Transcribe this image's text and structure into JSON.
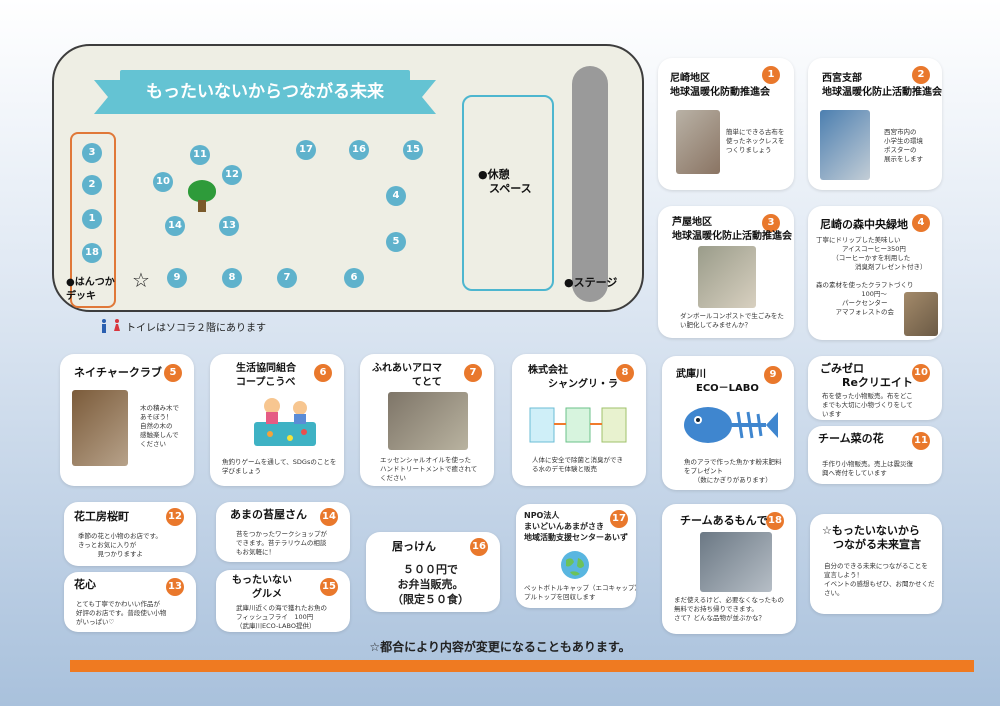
{
  "map": {
    "title": "もったいないからつながる未来",
    "booths": [
      {
        "n": "3"
      },
      {
        "n": "2"
      },
      {
        "n": "1"
      },
      {
        "n": "18"
      },
      {
        "n": "10"
      },
      {
        "n": "11"
      },
      {
        "n": "12"
      },
      {
        "n": "14"
      },
      {
        "n": "13"
      },
      {
        "n": "17"
      },
      {
        "n": "16"
      },
      {
        "n": "15"
      },
      {
        "n": "4"
      },
      {
        "n": "5"
      },
      {
        "n": "9"
      },
      {
        "n": "8"
      },
      {
        "n": "7"
      },
      {
        "n": "6"
      }
    ],
    "deck_label": "●はんつか\nデッキ",
    "rest_label": "●休憩\n　スペース",
    "stage_label": "●ステージ",
    "star": "☆"
  },
  "toilet": {
    "icon": "restroom-icon",
    "text": "トイレはソコラ２階にあります"
  },
  "cards": {
    "c1": {
      "num": "1",
      "title": "尼崎地区\n地球温暖化防動推進会",
      "desc": "簡単にできる古布を\n使ったネックレスを\nつくりましょう"
    },
    "c2": {
      "num": "2",
      "title": "西宮支部\n地球温暖化防止活動推進会",
      "desc": "西宮市内の\n小学生の環境\nポスターの\n展示をします"
    },
    "c3": {
      "num": "3",
      "title": "芦屋地区\n地球温暖化防止活動推進会",
      "desc": "ダンボールコンポストで生ごみをたい肥化してみませんか？"
    },
    "c4": {
      "num": "4",
      "title": "尼崎の森中央緑地",
      "desc": "丁寧にドリップした美味しい\n　　　　アイスコーヒー350円\n　　　（コーヒーかすを利用した\n　　　　　　消臭剤プレゼント付き）\n\n森の素材を使ったクラフトづくり\n　　　　　　　100円～\n　　　　パークセンター\n　　　アマフォレストの会"
    },
    "c5": {
      "num": "5",
      "title": "ネイチャークラブ",
      "desc": "木の積み木で\nあそぼう！\n自然の木の\n感触楽しんで\nください"
    },
    "c6": {
      "num": "6",
      "title": "生活協同組合\nコープこうべ",
      "desc": "魚釣りゲームを通して、SDGsのことを\n学びましょう"
    },
    "c7": {
      "num": "7",
      "title": "ふれあいアロマ\n　　　　てとて",
      "desc": "エッセンシャルオイルを使った\nハンドトリートメントで癒されて\nください"
    },
    "c8": {
      "num": "8",
      "title": "株式会社\n　　シャングリ・ラ",
      "desc": "人体に安全で除菌と消臭ができ\nる水のデモ体験と販売"
    },
    "c9": {
      "num": "9",
      "title": "武庫川\n　　ECO－LABO",
      "desc": "魚のアラで作った魚かす粉末肥料\nをプレゼント\n　　（数にかぎりがあります）"
    },
    "c10": {
      "num": "10",
      "title": "ごみゼロ\n　　Reクリエイト",
      "desc": "布を使った小物販売。布をどこ\nまでも大切に小物づくりをして\nいます"
    },
    "c11": {
      "num": "11",
      "title": "チーム菜の花",
      "desc": "手作り小物販売。売上は震災復\n興へ寄付をしています"
    },
    "c12": {
      "num": "12",
      "title": "花工房桜町",
      "desc": "季節の花と小物のお店です。\nきっとお気に入りが\n　　　見つかりますよ"
    },
    "c13": {
      "num": "13",
      "title": "花心",
      "desc": "とても丁寧でかわいい作品が\n好評のお店です。普段使い小物\nがいっぱい♡"
    },
    "c14": {
      "num": "14",
      "title": "あまの苔屋さん",
      "desc": "苔をつかったワークショップが\nできます。苔テラリウムの相談\nもお気軽に！"
    },
    "c15": {
      "num": "15",
      "title": "もったいない\n　　グルメ",
      "desc": "武庫川近くの海で獲れたお魚の\nフィッシュフライ　100円\n（武庫川ECO-LABO提供）"
    },
    "c16": {
      "num": "16",
      "title": "居っけん",
      "desc": "５００円で\nお弁当販売。\n（限定５０食）"
    },
    "c17": {
      "num": "17",
      "title": "NPO法人\nまいどいんあまがさき\n地域活動支援センターあいず",
      "desc": "ペットボトルキャップ（エコキャップ）\nプルトップを回収します"
    },
    "c18": {
      "num": "18",
      "title": "チームあるもんで",
      "desc": "まだ使えるけど、必要なくなったもの\n無料でお持ち帰りできます。\nさて？どんな品物が並ぶかな？"
    },
    "c19": {
      "title": "☆もったいないから\n　つながる未来宣言",
      "desc": "自分のできる未来につながることを\n宣言しよう！\nイベントの感想もぜひ、お聞かせくだ\nさい。"
    }
  },
  "note": "☆都合により内容が変更になることもあります。",
  "colors": {
    "accent_orange": "#ef7a21",
    "booth_blue": "#5fb2cc",
    "banner_teal": "#64c3d3"
  }
}
